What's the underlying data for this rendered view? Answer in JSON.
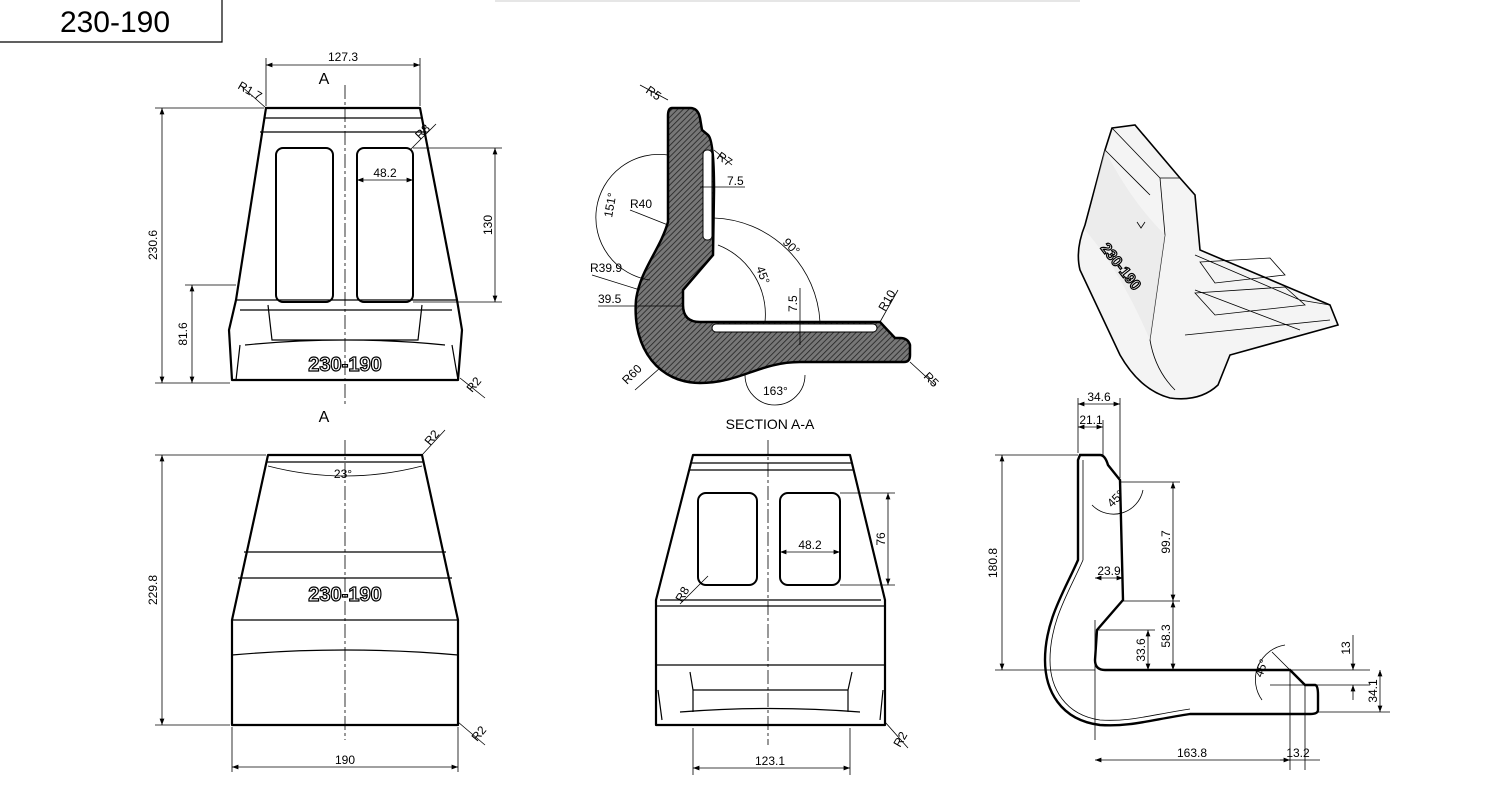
{
  "title_block": {
    "part_number": "230-190"
  },
  "front_view": {
    "emboss": "230-190",
    "section_marker_top": "A",
    "section_marker_bottom": "A",
    "dims": {
      "top_width": "127.3",
      "height": "230.6",
      "lower_height": "81.6",
      "window_height": "130",
      "window_width": "48.2",
      "r_top": "R1.7",
      "r_window": "R8",
      "r_bottom": "R2"
    }
  },
  "bottom_view": {
    "emboss": "230-190",
    "dims": {
      "angle": "23°",
      "height": "229.8",
      "width": "190",
      "r_top": "R2",
      "r_bottom": "R2"
    }
  },
  "section_view": {
    "title": "SECTION A-A",
    "dims": {
      "r_top": "R5",
      "r_slot": "R7",
      "slot_depth_upper": "7.5",
      "r_inner": "R40",
      "angle_upper": "151°",
      "r_outer": "R39.9",
      "thickness": "39.5",
      "angle_90": "90°",
      "angle_45": "45°",
      "slot_depth_lower": "7.5",
      "r_tip": "R10",
      "r_heel": "R60",
      "angle_bottom": "163°",
      "r_end": "R5"
    }
  },
  "rear_view": {
    "dims": {
      "window_height": "76",
      "window_width": "48.2",
      "r_window": "R8",
      "bottom_width": "123.1",
      "r_bottom": "R2"
    }
  },
  "side_view": {
    "dims": {
      "top_total": "34.6",
      "top_flat": "21.1",
      "height": "180.8",
      "upper_angle": "45°",
      "upper_len": "99.7",
      "step": "23.9",
      "lower_len": "58.3",
      "inner_height": "33.6",
      "tip_angle": "45°",
      "tip_height": "13",
      "toe_height": "34.1",
      "length": "163.8",
      "tip_len": "13.2"
    }
  },
  "iso_view": {
    "emboss": "230-190"
  }
}
